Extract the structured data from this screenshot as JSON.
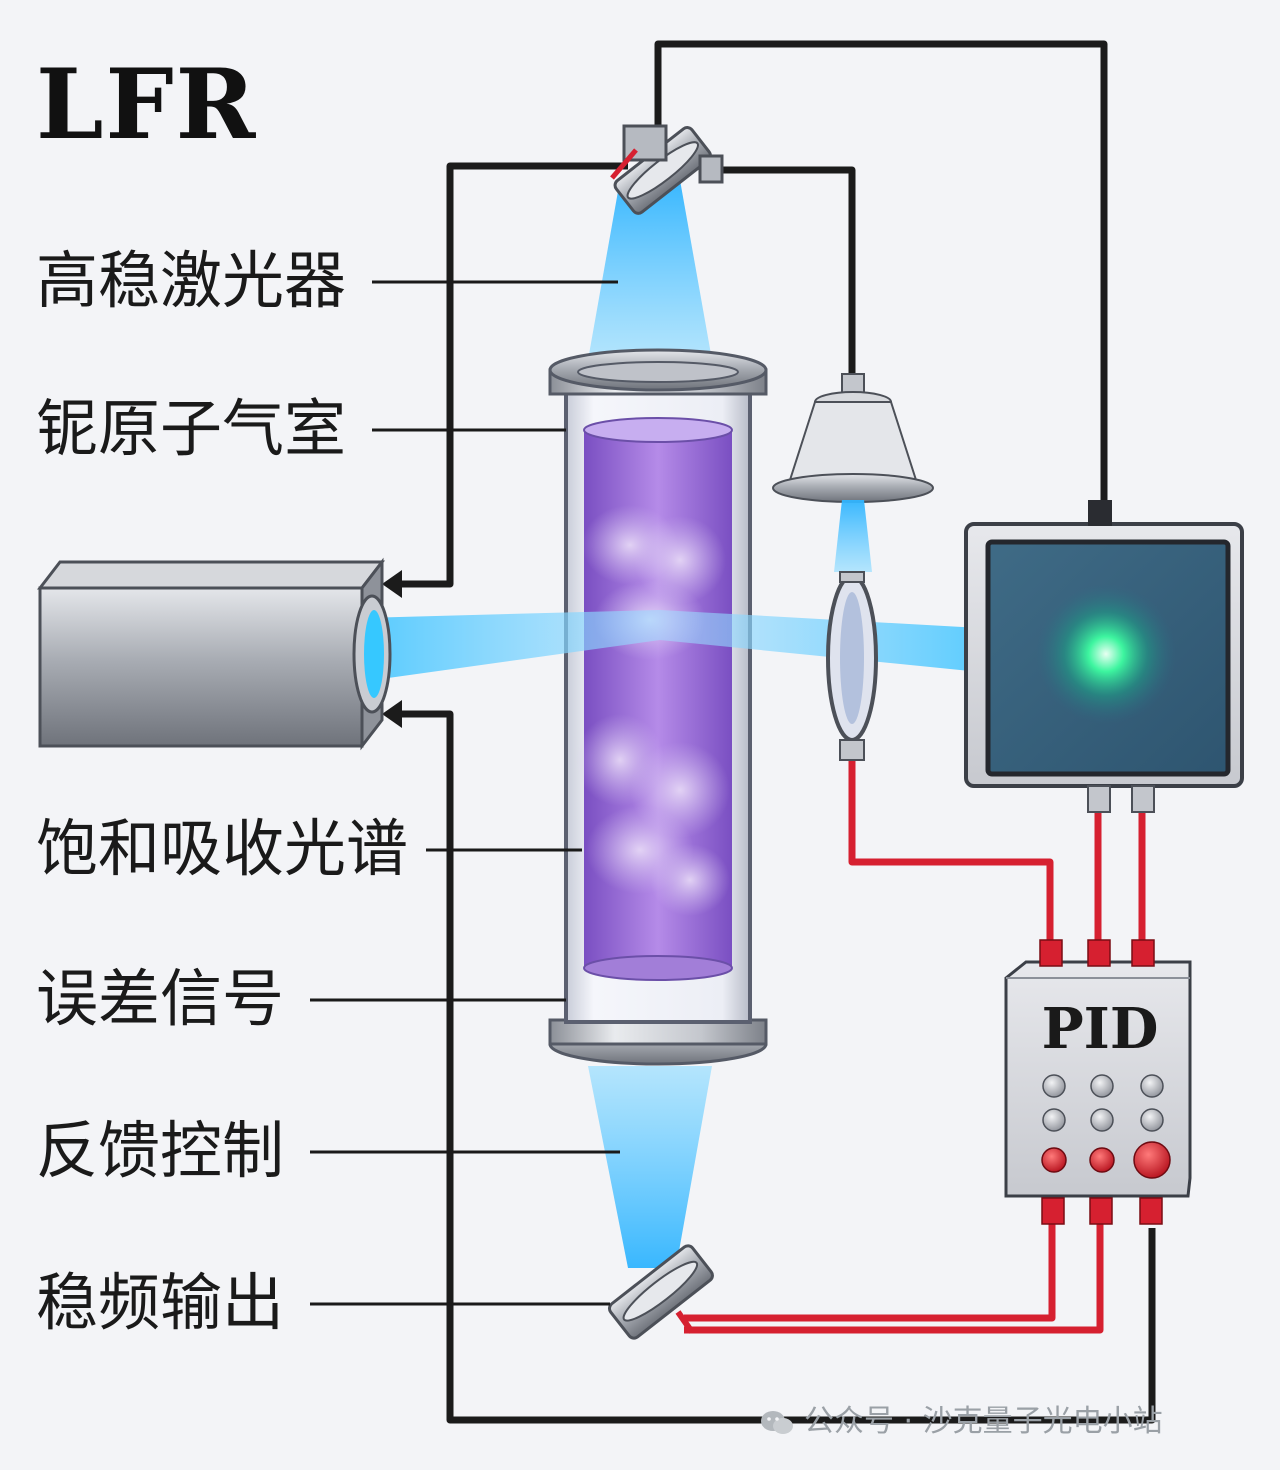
{
  "title": "LFR",
  "labels": [
    {
      "key": "laser",
      "text": "高稳激光器"
    },
    {
      "key": "cell",
      "text": "铌原子气室"
    },
    {
      "key": "spectrum",
      "text": "饱和吸收光谱"
    },
    {
      "key": "error",
      "text": "误差信号"
    },
    {
      "key": "feedback",
      "text": "反馈控制"
    },
    {
      "key": "output",
      "text": "稳频输出"
    }
  ],
  "pid_label": "PID",
  "watermark": {
    "text": "公众号 · 沙克量子光电小站",
    "icon": "wechat-icon"
  },
  "colors": {
    "beam": "#4fc3ff",
    "vapor": "#9b6fd6",
    "red_wire": "#d62030",
    "black_wire": "#1b1b1b",
    "detector_glow": "#2ff09a"
  }
}
